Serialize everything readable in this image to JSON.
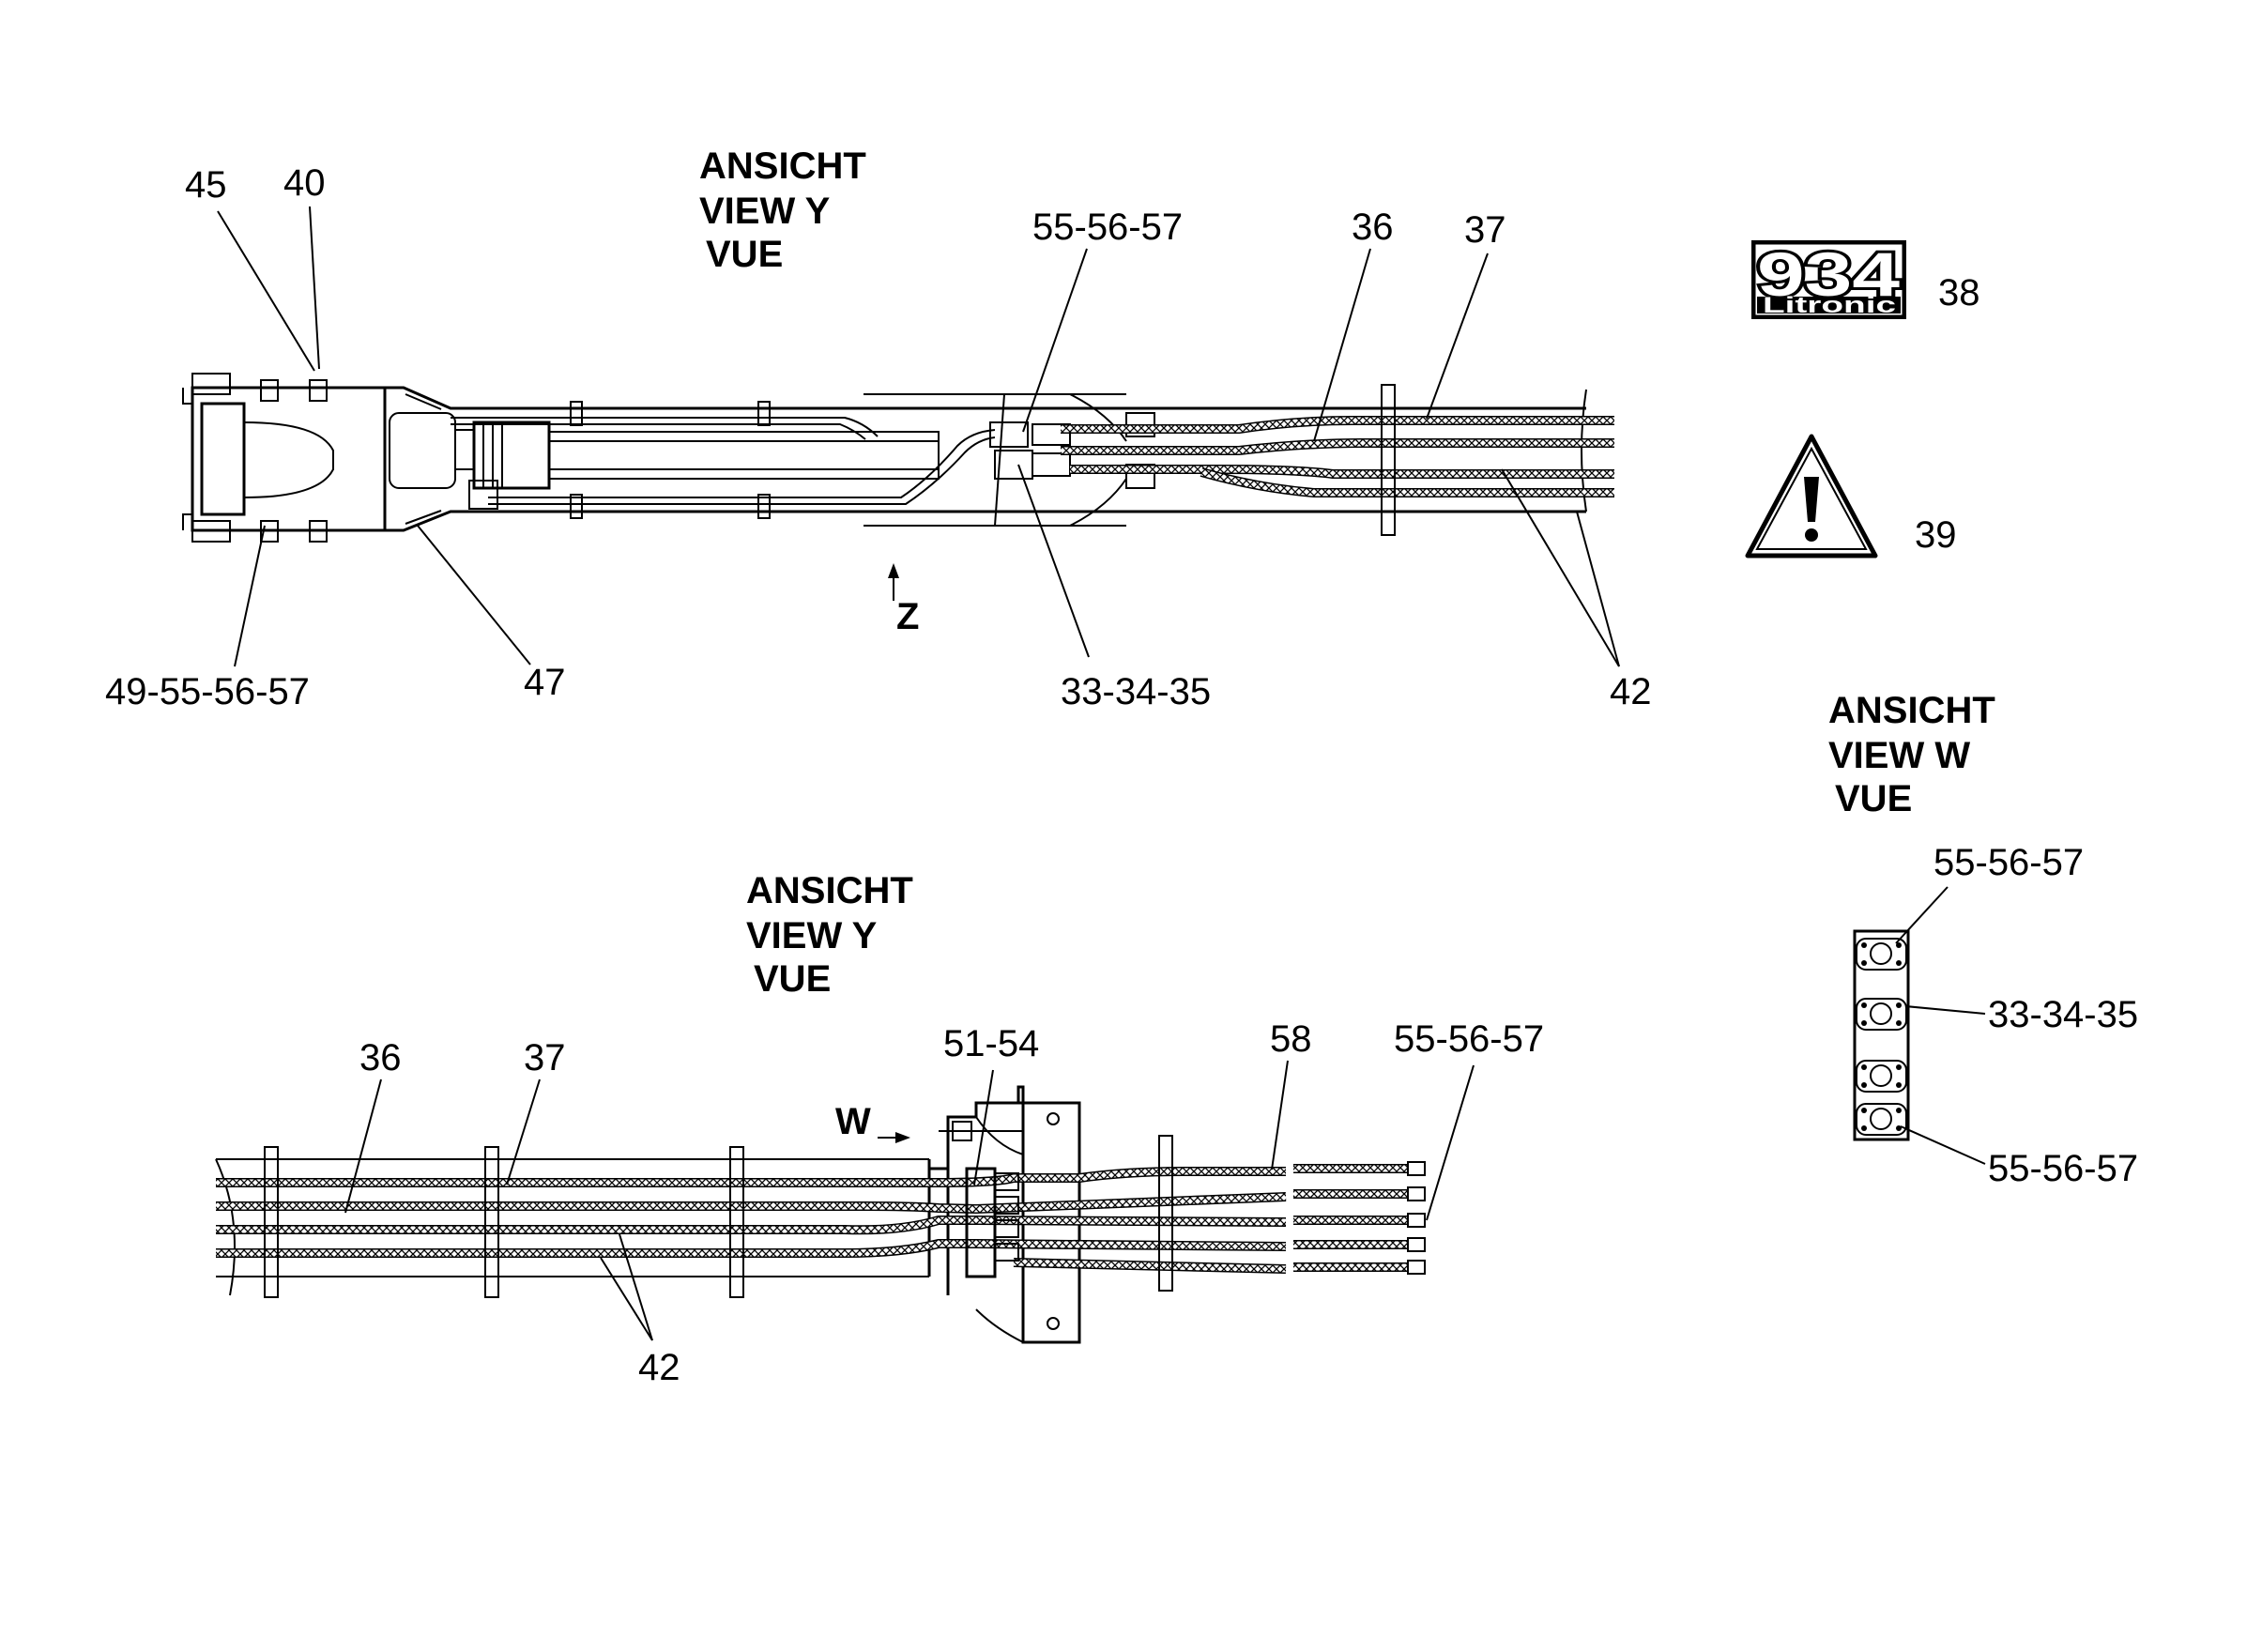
{
  "views": {
    "top": {
      "heading": [
        "ANSICHT",
        "VIEW Y",
        "VUE"
      ],
      "arrow_label": "Z"
    },
    "bottom": {
      "heading": [
        "ANSICHT",
        "VIEW Y",
        "VUE"
      ],
      "arrow_label": "W"
    },
    "side": {
      "heading": [
        "ANSICHT",
        "VIEW W",
        "VUE"
      ]
    }
  },
  "callouts": {
    "c45": "45",
    "c40": "40",
    "c55_56_57_top": "55-56-57",
    "c36_top": "36",
    "c37_top": "37",
    "c38": "38",
    "c39": "39",
    "c49_55_56_57": "49-55-56-57",
    "c47": "47",
    "c33_34_35_top": "33-34-35",
    "c42_top": "42",
    "c36_bottom": "36",
    "c37_bottom": "37",
    "c51_54": "51-54",
    "c58": "58",
    "c55_56_57_bottom": "55-56-57",
    "c42_bottom": "42",
    "c55_56_57_side_a": "55-56-57",
    "c33_34_35_side": "33-34-35",
    "c55_56_57_side_b": "55-56-57"
  },
  "logo": {
    "number": "934",
    "brand": "Litronic"
  },
  "icons": {
    "warning": "warning-triangle-icon"
  }
}
